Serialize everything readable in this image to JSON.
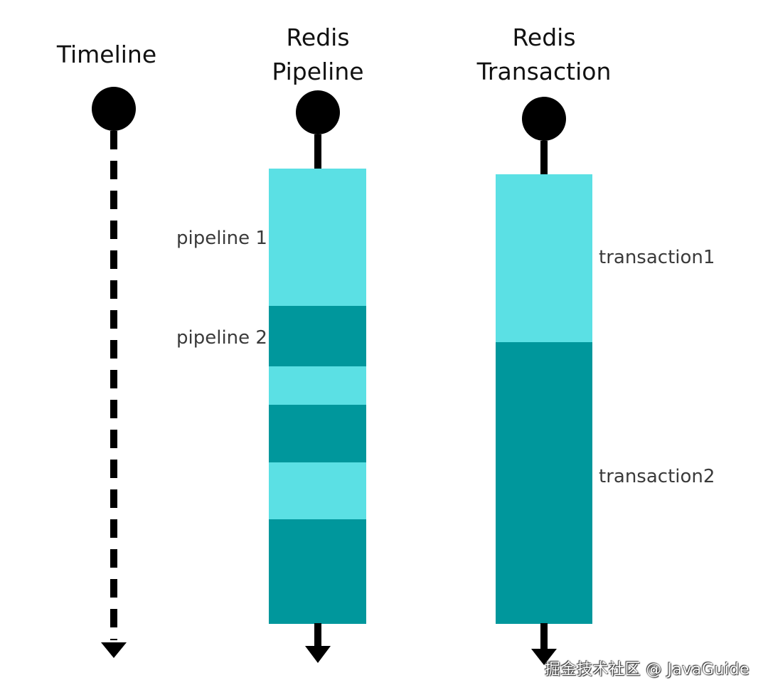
{
  "colors": {
    "light_segment": "#5be0e4",
    "dark_segment": "#00979c",
    "line": "#000000",
    "title_text": "#111111",
    "label_text": "#3a3a3a"
  },
  "timeline": {
    "title": "Timeline",
    "line_style": "dashed"
  },
  "pipeline": {
    "title": "Redis\nPipeline",
    "labels": [
      "pipeline 1",
      "pipeline 2"
    ],
    "segments": [
      {
        "shade": "light"
      },
      {
        "shade": "dark"
      },
      {
        "shade": "light"
      },
      {
        "shade": "dark"
      },
      {
        "shade": "light"
      },
      {
        "shade": "dark"
      }
    ]
  },
  "transaction": {
    "title": "Redis\nTransaction",
    "labels": [
      "transaction1",
      "transaction2"
    ],
    "segments": [
      {
        "shade": "light"
      },
      {
        "shade": "dark"
      }
    ]
  },
  "watermark": "掘金技术社区 @ JavaGuide"
}
